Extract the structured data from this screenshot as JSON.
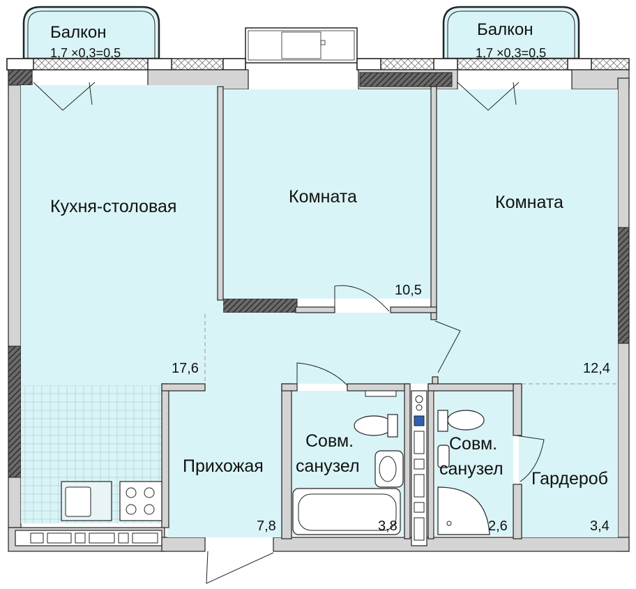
{
  "colors": {
    "room_fill": "#d9f4f6",
    "wall_fill": "#d4d4d4",
    "wall_dark": "#555555",
    "line": "#222222"
  },
  "balconies": [
    {
      "label": "Балкон",
      "dims": "1,7  ×0,3=",
      "area": "0,5"
    },
    {
      "label": "Балкон",
      "dims": "1,7  ×0,3=",
      "area": "0,5"
    }
  ],
  "rooms": {
    "kitchen": {
      "label": "Кухня-столовая",
      "area": "17,6"
    },
    "room1": {
      "label": "Комната",
      "area": "10,5"
    },
    "room2": {
      "label": "Комната",
      "area": "12,4"
    },
    "hall": {
      "label": "Прихожая",
      "area": "7,8"
    },
    "bath1": {
      "label_line1": "Совм.",
      "label_line2": "санузел",
      "area": "3,8"
    },
    "bath2": {
      "label_line1": "Совм.",
      "label_line2": "санузел",
      "area": "2,6"
    },
    "wardrobe": {
      "label": "Гардероб",
      "area": "3,4"
    }
  }
}
